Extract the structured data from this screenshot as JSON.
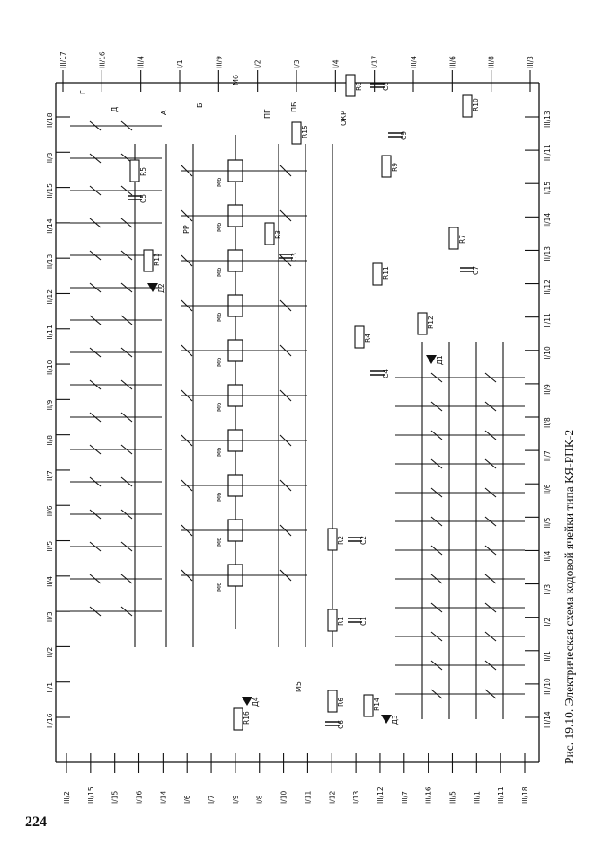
{
  "page_number": "224",
  "caption": "Рис. 19.10. Электрическая схема кодовой ячейки типа КЯ-РПК-2",
  "terminals_top": [
    "III/17",
    "III/16",
    "III/4",
    "I/1",
    "III/9",
    "I/2",
    "I/3",
    "I/4",
    "I/17",
    "III/4",
    "III/6",
    "III/8",
    "III/3"
  ],
  "terminals_left": [
    "II/18",
    "II/3",
    "II/15",
    "II/14",
    "II/13",
    "II/12",
    "II/11",
    "II/10",
    "II/9",
    "II/8",
    "II/7",
    "II/6",
    "II/5",
    "II/4",
    "II/3",
    "II/2",
    "II/1",
    "II/16"
  ],
  "terminals_bottom": [
    "III/2",
    "III/15",
    "I/15",
    "I/16",
    "I/14",
    "I/6",
    "I/7",
    "I/9",
    "I/8",
    "I/10",
    "I/11",
    "I/12",
    "I/13",
    "III/12",
    "III/7",
    "III/16",
    "III/5",
    "III/1",
    "III/11",
    "III/18"
  ],
  "terminals_right": [
    "III/13",
    "III/11",
    "I/15",
    "II/14",
    "II/13",
    "II/12",
    "II/11",
    "II/10",
    "II/9",
    "II/8",
    "II/7",
    "II/6",
    "II/5",
    "II/4",
    "II/3",
    "II/2",
    "II/1",
    "III/10",
    "III/14"
  ],
  "components": [
    "R1",
    "R2",
    "R3",
    "R4",
    "R5",
    "R6",
    "R7",
    "R8",
    "R9",
    "R10",
    "R11",
    "R12",
    "R13",
    "R14",
    "R15",
    "R16",
    "C1",
    "C2",
    "C3",
    "C4",
    "C5",
    "C6",
    "C7",
    "C8",
    "C9",
    "Д1",
    "Д2",
    "Д3",
    "Д4"
  ],
  "relay_labels": [
    "Г",
    "Д",
    "А",
    "Б",
    "ПГ",
    "ПБ",
    "ОКР",
    "РР",
    "М6",
    "М5"
  ],
  "colors": {
    "ink": "#111111",
    "paper": "#ffffff"
  }
}
